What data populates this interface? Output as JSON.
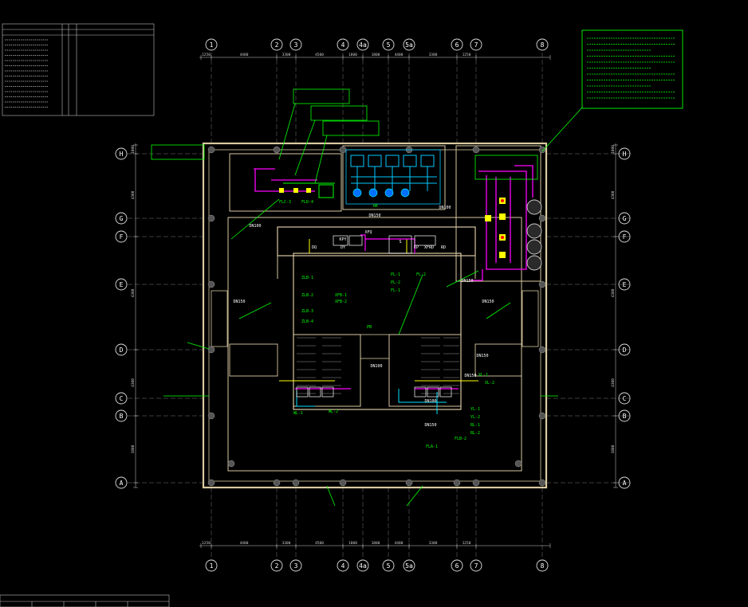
{
  "drawing": {
    "grid_cols": [
      "1",
      "2",
      "3",
      "4",
      "4a",
      "5",
      "5a",
      "6",
      "7",
      "8"
    ],
    "grid_rows": [
      "H",
      "G",
      "F",
      "E",
      "D",
      "C",
      "B",
      "A"
    ],
    "dims_top": [
      "1250",
      "4400",
      "3300",
      "4500",
      "1800",
      "1800",
      "4400",
      "3300",
      "1250"
    ],
    "dims_bottom": [
      "1250",
      "4400",
      "3300",
      "4500",
      "1800",
      "1800",
      "4400",
      "3300",
      "1250"
    ],
    "dims_left": [
      "1800",
      "4300",
      "4300",
      "4300",
      "1800"
    ],
    "dims_right": [
      "1800",
      "4300",
      "4300",
      "4300",
      "1800"
    ],
    "room_labels": [
      "DQ",
      "DY",
      "KPY",
      "XFQ",
      "S",
      "KP",
      "XFRD",
      "RD",
      "DN100",
      "DN150",
      "DN100",
      "DN150",
      "DN100",
      "DN150",
      "DN150",
      "DN100",
      "DN150",
      "DN150",
      "DN150"
    ],
    "equipment_labels": [
      "ZLB-1",
      "ZLB-2",
      "ZLB-3",
      "ZLB-4",
      "XFB-1",
      "XFB-2",
      "PL-1",
      "PL-2",
      "FL-1",
      "FL-2",
      "XL-1",
      "XL-2",
      "YL-1",
      "YL-2",
      "RL-1",
      "RL-2",
      "WL-1",
      "WL-2",
      "FLA-1",
      "FLB-2",
      "FLC-3",
      "FLD-4",
      "RK",
      "PB"
    ]
  },
  "colors": {
    "wall": "#d8c9a0",
    "grid": "#9a9a9a",
    "annotation": "#00ff00",
    "pipe_magenta": "#ff00ff",
    "pipe_cyan": "#00e0ff",
    "pipe_yellow": "#ffff00",
    "pipe_green": "#00ff00",
    "text_white": "#ffffff"
  }
}
